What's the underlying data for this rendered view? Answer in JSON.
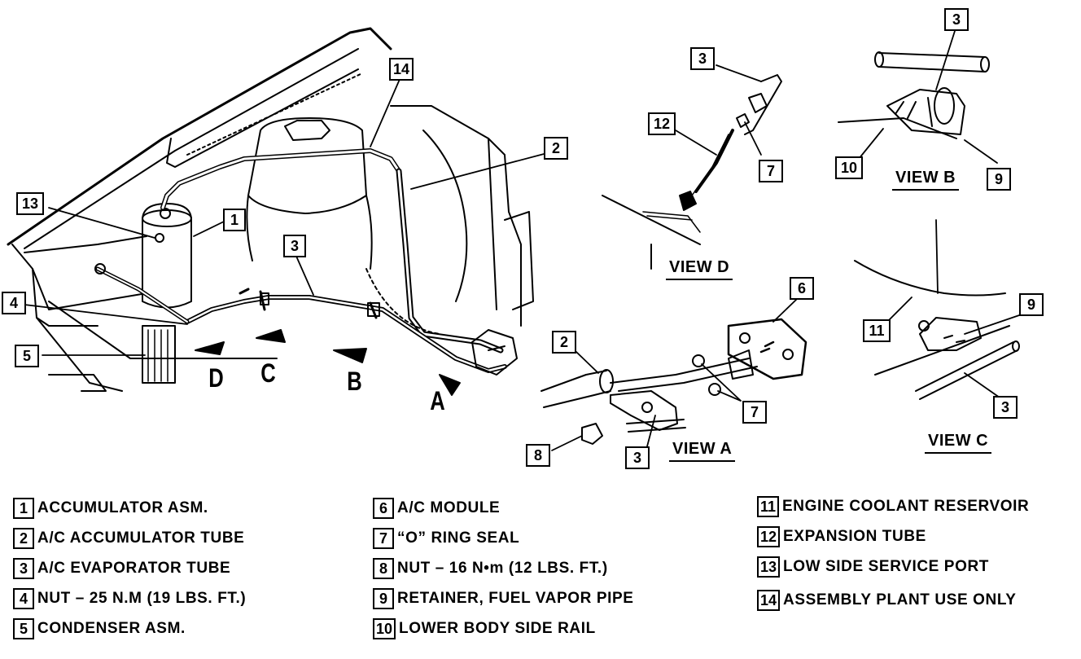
{
  "callouts": {
    "main_14": "14",
    "main_2": "2",
    "main_13": "13",
    "main_1": "1",
    "main_3": "3",
    "main_4": "4",
    "main_5": "5",
    "viewd_3": "3",
    "viewd_12": "12",
    "viewd_7": "7",
    "viewb_3": "3",
    "viewb_10": "10",
    "viewb_9": "9",
    "viewa_6": "6",
    "viewa_2": "2",
    "viewa_7": "7",
    "viewa_8": "8",
    "viewa_3": "3",
    "viewc_11": "11",
    "viewc_9": "9",
    "viewc_3": "3"
  },
  "views": {
    "a": "VIEW A",
    "b": "VIEW B",
    "c": "VIEW C",
    "d": "VIEW D"
  },
  "arrows": {
    "a": "A",
    "b": "B",
    "c": "C",
    "d": "D"
  },
  "legend": [
    {
      "num": "1",
      "label": "ACCUMULATOR ASM."
    },
    {
      "num": "2",
      "label": "A/C ACCUMULATOR TUBE"
    },
    {
      "num": "3",
      "label": "A/C EVAPORATOR TUBE"
    },
    {
      "num": "4",
      "label": "NUT –  25 N.M (19 LBS. FT.)"
    },
    {
      "num": "5",
      "label": "CONDENSER ASM."
    },
    {
      "num": "6",
      "label": "A/C MODULE"
    },
    {
      "num": "7",
      "label": "“O” RING SEAL"
    },
    {
      "num": "8",
      "label": "NUT – 16 N•m (12 LBS. FT.)"
    },
    {
      "num": "9",
      "label": "RETAINER, FUEL VAPOR PIPE"
    },
    {
      "num": "10",
      "label": "LOWER BODY SIDE RAIL"
    },
    {
      "num": "11",
      "label": "ENGINE COOLANT RESERVOIR"
    },
    {
      "num": "12",
      "label": "EXPANSION TUBE"
    },
    {
      "num": "13",
      "label": "LOW SIDE SERVICE PORT"
    },
    {
      "num": "14",
      "label": "ASSEMBLY PLANT USE ONLY"
    }
  ]
}
